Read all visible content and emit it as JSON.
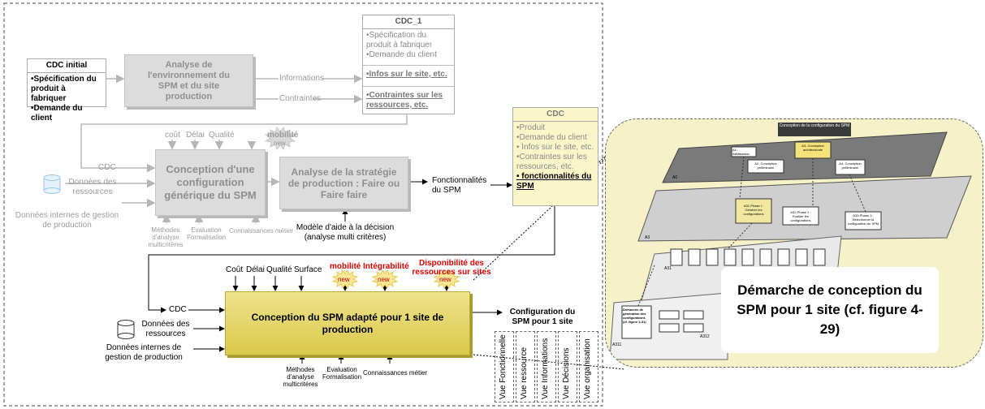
{
  "cdc_initial": {
    "title": "CDC initial",
    "items": [
      "•Spécification du",
      "produit à fabriquer",
      "•Demande du client"
    ]
  },
  "analyse_env": {
    "label": "Analyse de l'environnement du SPM et du site production"
  },
  "flows_top": {
    "informations": "Informations",
    "contraintes": "Contraintes"
  },
  "cdc_1": {
    "title": "CDC_1",
    "items": [
      "•Spécification du",
      "produit à fabriquer",
      "•Demande du client"
    ],
    "infos": "•Infos sur le site, etc.",
    "contraintes": "•Contraintes sur les ressources, etc."
  },
  "generic": {
    "controls": [
      "coût",
      "Délai",
      "Qualité"
    ],
    "mobilite": "mobilité",
    "new": "new",
    "cdc": "CDC",
    "donnees_ressources": "Données des ressources",
    "donnees_internes": "Données internes de gestion de production",
    "label": "Conception d'une configuration générique du SPM",
    "mechanisms": [
      "Méthodes d'analyse multicritères",
      "Evaluation Formalisation",
      "Connaissances métier"
    ]
  },
  "strategie": {
    "label": "Analyse de la stratégie de production : Faire ou Faire faire",
    "output": "Fonctionnalités du SPM",
    "modele": "Modèle d'aide à la décision (analyse multi critères)"
  },
  "cdc_final": {
    "title": "CDC",
    "items": [
      "•Produit",
      "•Demande du client",
      "• Infos sur le site, etc.",
      "•Contraintes sur les ressources, etc."
    ],
    "fonctionnalites": "• fonctionnalités du SPM"
  },
  "adapted": {
    "controls": [
      "Coût",
      "Délai",
      "Qualité",
      "Surface"
    ],
    "new_controls": [
      "mobilité",
      "Intégrabilité",
      "Disponibilité des ressources sur sites"
    ],
    "new": "new",
    "cdc": "CDC",
    "donnees_ressources": "Données des ressources",
    "donnees_internes": "Données internes de gestion de production",
    "label": "Conception du SPM adapté pour 1 site de production",
    "output": "Configuration du SPM pour 1 site",
    "mechanisms": [
      "Méthodes d'analyse multicritères",
      "Evaluation Formalisation",
      "Connaissances métier"
    ],
    "vues": [
      "Vue Fonctionnelle",
      "Vue ressource",
      "Vue Informations",
      "Vue Décisions",
      "Vue organisation"
    ]
  },
  "inset": {
    "caption": "Démarche de conception du SPM pour 1 site (cf. figure 4-29)",
    "top_title": "Conception de la configuration du SPM",
    "a0_boxes": [
      "A1- Initialisation",
      "A2- Conception préliminaire",
      "A3- Conception architecturale",
      "A4- Conception préliminaire"
    ],
    "a3_boxes": [
      "A31-Phase I : Générer les configurations",
      "A32-Phase 2 : Evaluer les configurations",
      "A33-Phase 3 : Sélectionner la configuration du SPM"
    ],
    "a31_title": "Démarche de génération des configurations (cf. figure 4-31)",
    "labels": [
      "A0",
      "A3",
      "A31",
      "A312",
      "A311"
    ]
  },
  "colors": {
    "yellow_box": "#e0d25a",
    "yellow_card": "#fbf6c9",
    "red": "#e00000",
    "grey_box": "#dcdcdc",
    "inset_bg": "#f6f1c8"
  }
}
